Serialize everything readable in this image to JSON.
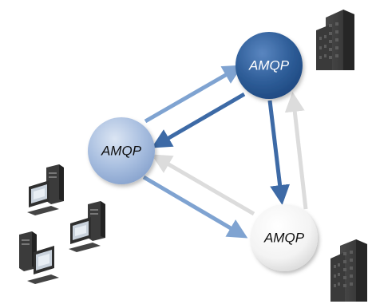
{
  "nodes": {
    "top": {
      "label": "AMQP"
    },
    "left": {
      "label": "AMQP"
    },
    "bottom": {
      "label": "AMQP"
    }
  },
  "icons": {
    "building": "building-icon",
    "computer": "computer-workstation-icon"
  },
  "colors": {
    "node_top": "#2f5e99",
    "node_left": "#9ab2d8",
    "node_bottom": "#f2f2f2",
    "arrow_dark": "#3d6aa6",
    "arrow_light": "#7fa3d1",
    "arrow_faint": "#dcdcdc"
  }
}
